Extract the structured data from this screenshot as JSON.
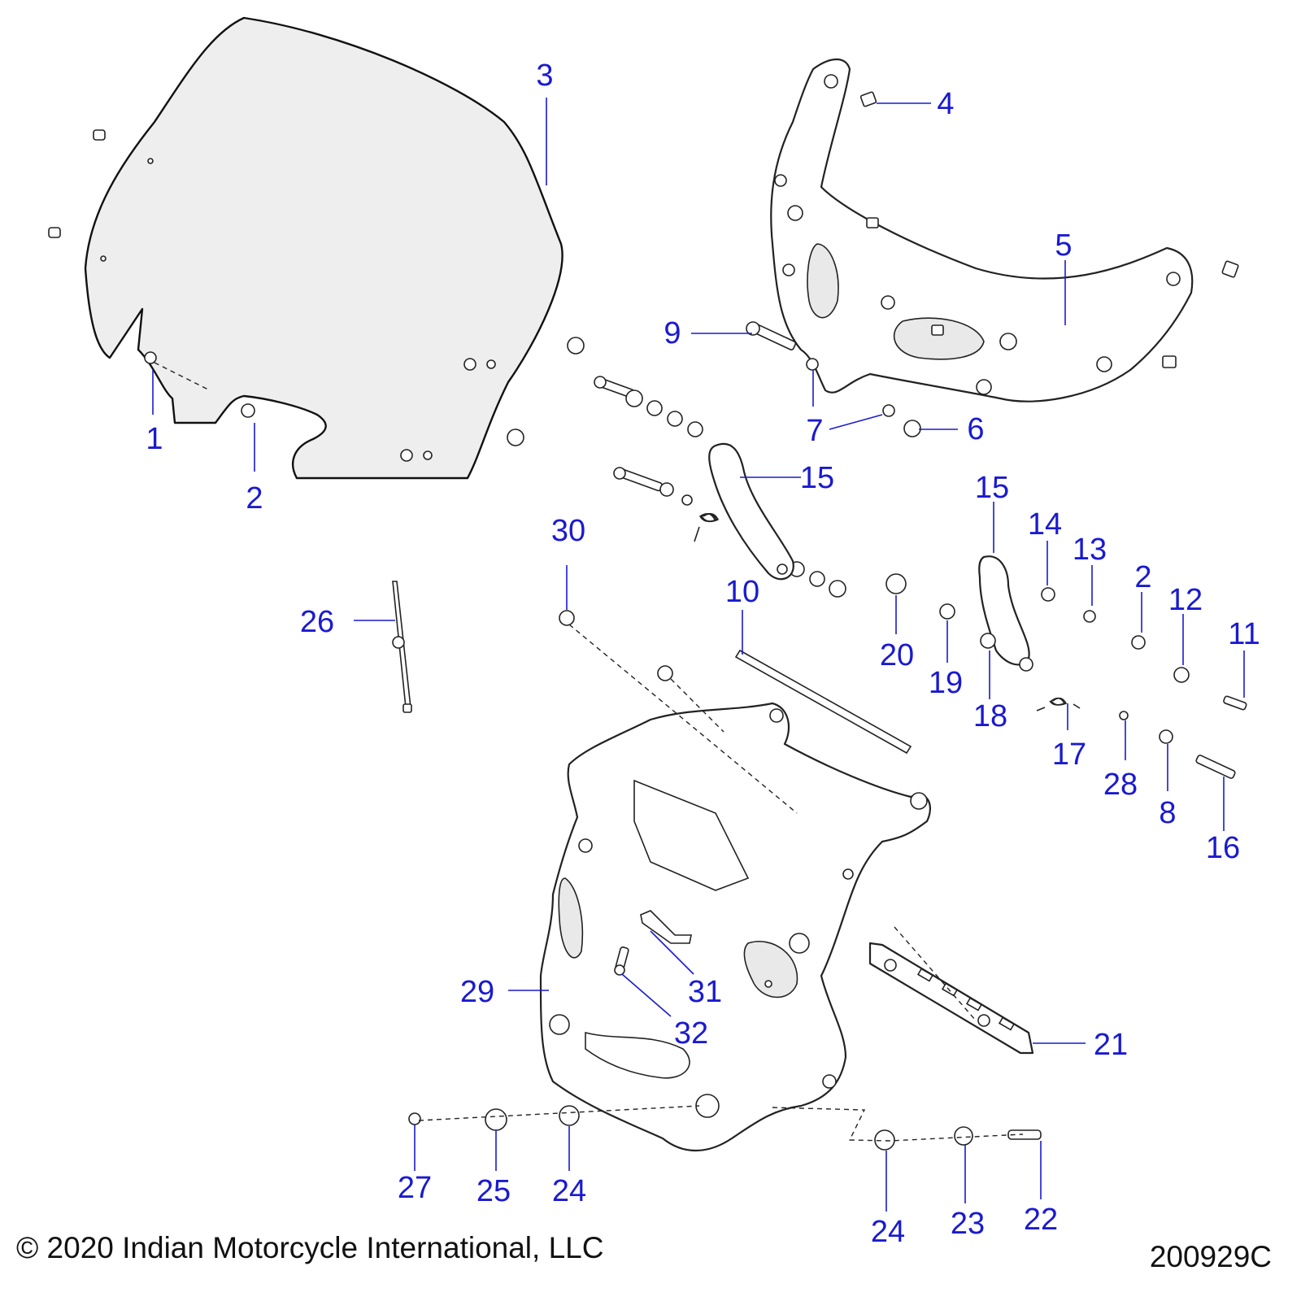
{
  "diagram": {
    "labels": [
      "1",
      "2",
      "3",
      "4",
      "5",
      "6",
      "7",
      "8",
      "9",
      "10",
      "11",
      "12",
      "13",
      "14",
      "15",
      "16",
      "17",
      "18",
      "19",
      "20",
      "21",
      "22",
      "23",
      "24",
      "25",
      "26",
      "27",
      "28",
      "29",
      "30",
      "31",
      "32"
    ],
    "repeat_labels": {
      "second_2": "2",
      "second_15": "15",
      "second_24": "24"
    }
  },
  "footer": {
    "copyright": "© 2020 Indian Motorcycle International, LLC",
    "drawing_number": "200929C"
  },
  "colors": {
    "callout": "#1a1ad0",
    "linework": "#222222",
    "windshield_fill": "#eeeeee"
  }
}
